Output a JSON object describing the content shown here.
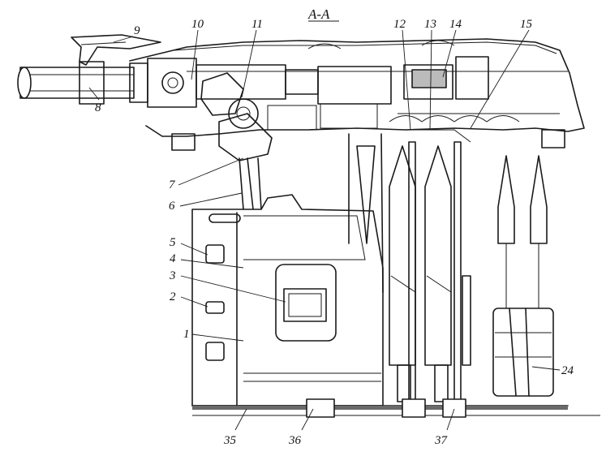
{
  "section_title": "A-A",
  "callouts": [
    "1",
    "2",
    "3",
    "4",
    "5",
    "6",
    "7",
    "8",
    "9",
    "10",
    "11",
    "12",
    "13",
    "14",
    "15",
    "24",
    "35",
    "36",
    "37"
  ],
  "colors": {
    "ink": "#1a1a1a",
    "paper": "#ffffff"
  }
}
